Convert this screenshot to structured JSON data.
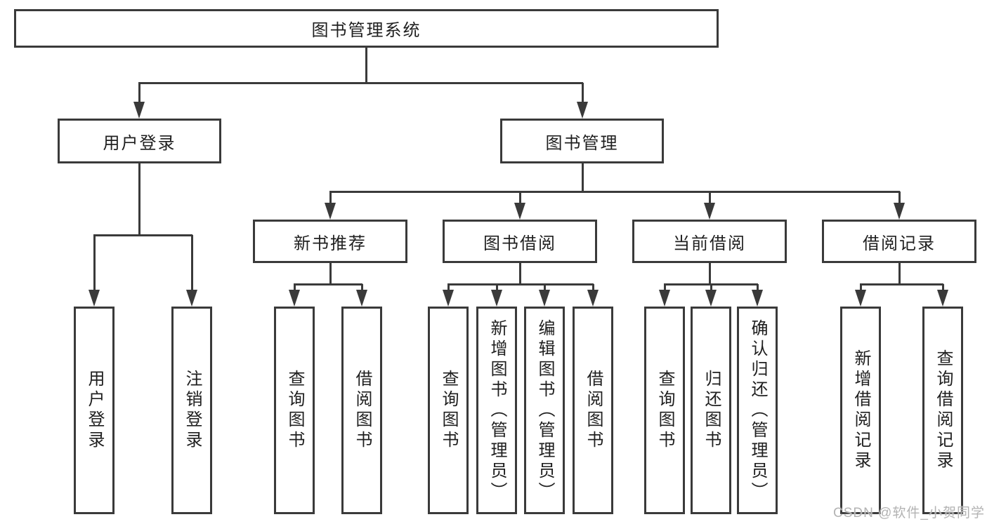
{
  "tree": {
    "root": {
      "label": "图书管理系统",
      "children": [
        {
          "label": "用户登录",
          "children": [
            {
              "label": "用户登录"
            },
            {
              "label": "注销登录"
            }
          ]
        },
        {
          "label": "图书管理",
          "children": [
            {
              "label": "新书推荐",
              "children": [
                {
                  "label": "查询图书"
                },
                {
                  "label": "借阅图书"
                }
              ]
            },
            {
              "label": "图书借阅",
              "children": [
                {
                  "label": "查询图书"
                },
                {
                  "label": "新增图书（管理员）"
                },
                {
                  "label": "编辑图书（管理员）"
                },
                {
                  "label": "借阅图书"
                }
              ]
            },
            {
              "label": "当前借阅",
              "children": [
                {
                  "label": "查询图书"
                },
                {
                  "label": "归还图书"
                },
                {
                  "label": "确认归还（管理员）"
                }
              ]
            },
            {
              "label": "借阅记录",
              "children": [
                {
                  "label": "新增借阅记录"
                },
                {
                  "label": "查询借阅记录"
                }
              ]
            }
          ]
        }
      ]
    }
  },
  "watermark": {
    "text": "CSDN @软件_小贺同学"
  },
  "colors": {
    "line": "#3a3a3a",
    "text": "#1f1f1f",
    "background": "#ffffff",
    "watermark": "#b3b3b3"
  }
}
